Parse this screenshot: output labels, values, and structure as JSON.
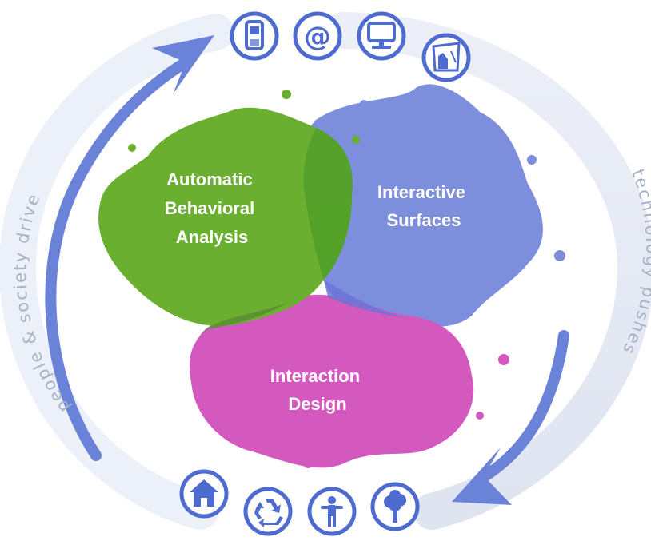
{
  "diagram": {
    "blobs": [
      {
        "id": "green",
        "lines": [
          "Automatic",
          "Behavioral",
          "Analysis"
        ],
        "color": "#6aaf2f"
      },
      {
        "id": "blue",
        "lines": [
          "Interactive",
          "Surfaces"
        ],
        "color": "#7d8fdc"
      },
      {
        "id": "pink",
        "lines": [
          "Interaction",
          "Design"
        ],
        "color": "#d459bf"
      }
    ],
    "cycle": {
      "left_label": "people & society drive",
      "right_label": "technology pushes",
      "arrow_color": "#6b82d9",
      "track_color": "#e6e9f3"
    },
    "top_icons": [
      {
        "name": "mobile-phone-icon"
      },
      {
        "name": "at-sign-icon"
      },
      {
        "name": "computer-monitor-icon"
      },
      {
        "name": "touch-surface-icon"
      }
    ],
    "bottom_icons": [
      {
        "name": "house-icon"
      },
      {
        "name": "recycle-icon"
      },
      {
        "name": "person-icon"
      },
      {
        "name": "tree-icon"
      }
    ],
    "icon_color": "#4e6bcf"
  }
}
